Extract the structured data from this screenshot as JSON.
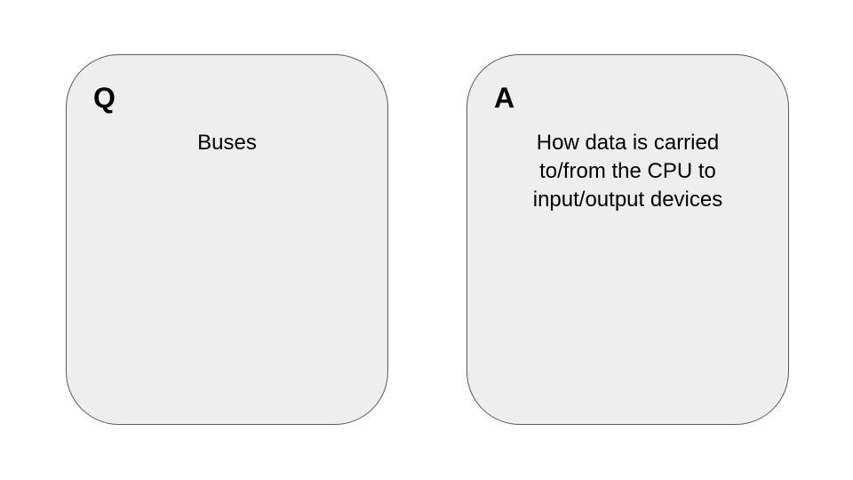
{
  "cards": {
    "question": {
      "letter": "Q",
      "text": "Buses"
    },
    "answer": {
      "letter": "A",
      "lines": [
        "How data is carried",
        "to/from the CPU to",
        "input/output devices"
      ]
    }
  }
}
